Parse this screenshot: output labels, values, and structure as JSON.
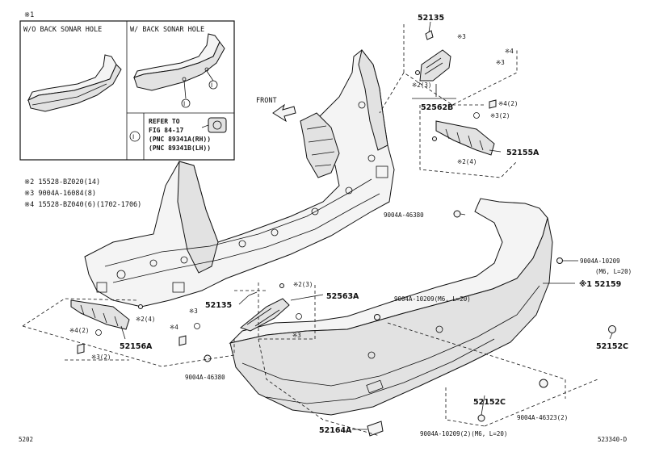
{
  "inset": {
    "mark": "※1",
    "wo_title": "W/O BACK SONAR HOLE",
    "w_title": "W/ BACK SONAR HOLE",
    "circle_mark": "Ⅰ",
    "refer_lines": [
      "REFER TO",
      "FIG 84-17",
      "(PNC 89341A(RH))",
      "(PNC 89341B(LH))"
    ]
  },
  "notes": [
    "※2 15528-BZ020(14)",
    "※3 9004A-16084(8)",
    "※4 15528-BZ040(6)(1702-1706)"
  ],
  "front_label": "FRONT",
  "parts": {
    "p52135_top": "52135",
    "p52562B": "52562B",
    "p52155A": "52155A",
    "p52159": "※1 52159",
    "p52563A": "52563A",
    "p52135_mid": "52135",
    "p52156A": "52156A",
    "p52152C_right": "52152C",
    "p52152C_bottom": "52152C",
    "p52164A": "52164A"
  },
  "callouts": {
    "c3_top": "※3",
    "c4_top": "※4",
    "c3_top2": "※3",
    "c2_3_top": "※2(3)",
    "c4_2_r": "※4(2)",
    "c3_2_r": "※3(2)",
    "c2_4_r": "※2(4)",
    "bolt_46380_r": "9004A-46380",
    "bolt_10209_r": "9004A-10209",
    "bolt_10209_r_spec": "(M6, L=20)",
    "c2_3_mid": "※2(3)",
    "bolt_10209_mid": "9004A-10209(M6, L=20)",
    "c3_mid": "※3",
    "c2_4_l": "※2(4)",
    "c4_2_l": "※4(2)",
    "c3_2_l": "※3(2)",
    "c3_l": "※3",
    "c4_l": "※4",
    "bolt_46380_l": "9004A-46380",
    "bolt_10209_bottom": "9004A-10209(2)(M6, L=20)",
    "bolt_46323": "9004A-46323(2)"
  },
  "footer": {
    "left_code": "5202",
    "right_code": "523340-D"
  }
}
